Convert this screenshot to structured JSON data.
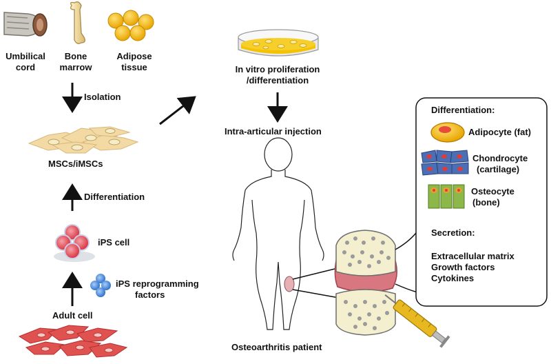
{
  "sources": {
    "umbilical_cord": [
      "Umbilical",
      "cord"
    ],
    "bone_marrow": [
      "Bone",
      "marrow"
    ],
    "adipose_tissue": [
      "Adipose",
      "tissue"
    ]
  },
  "steps": {
    "isolation": "Isolation",
    "mscs": "MSCs/iMSCs",
    "differentiation": "Differentiation",
    "ips_cell": "iPS cell",
    "ips_factors": [
      "iPS reprogramming",
      "factors"
    ],
    "adult_cell": "Adult cell",
    "in_vitro": [
      "In vitro proliferation",
      "/differentiation"
    ],
    "injection": "Intra-articular injection",
    "patient": "Osteoarthritis patient"
  },
  "panel": {
    "differentiation_title": "Differentiation:",
    "adipocyte": "Adipocyte (fat)",
    "chondrocyte": [
      "Chondrocyte",
      "(cartilage)"
    ],
    "osteocyte": [
      "Osteocyte",
      "(bone)"
    ],
    "secretion_title": "Secretion:",
    "secretions": [
      "Extracellular matrix",
      "Growth factors",
      "Cytokines"
    ]
  },
  "colors": {
    "adipose": "#f5b800",
    "msc_cell": "#f3d9a4",
    "ips_red": "#e8505b",
    "factor_blue": "#4a8fe0",
    "adult_red": "#e0524f",
    "chondro_blue": "#4b6fb5",
    "osteo_green": "#8cb84a",
    "cartilage_pink": "#d9888c",
    "syringe_yellow": "#e8b820"
  },
  "icons": [
    "umbilical-cord-icon",
    "bone-icon",
    "adipose-icon",
    "petri-dish-icon",
    "human-body-icon",
    "joint-icon",
    "syringe-icon"
  ]
}
